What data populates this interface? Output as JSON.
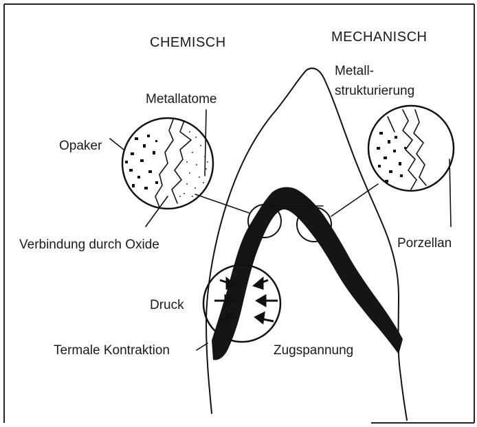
{
  "headings": {
    "chemical": "CHEMISCH",
    "mechanical": "MECHANISCH"
  },
  "labels": {
    "metal_atoms": "Metallatome",
    "opaquer": "Opaker",
    "oxide_bond": "Verbindung durch Oxide",
    "metal_structuring_1": "Metall-",
    "metal_structuring_2": "strukturierung",
    "porcelain": "Porzellan",
    "pressure": "Druck",
    "thermal_contraction": "Termale Kontraktion",
    "tensile_stress": "Zugspannung"
  },
  "colors": {
    "ink": "#111111",
    "background": "#ffffff"
  }
}
